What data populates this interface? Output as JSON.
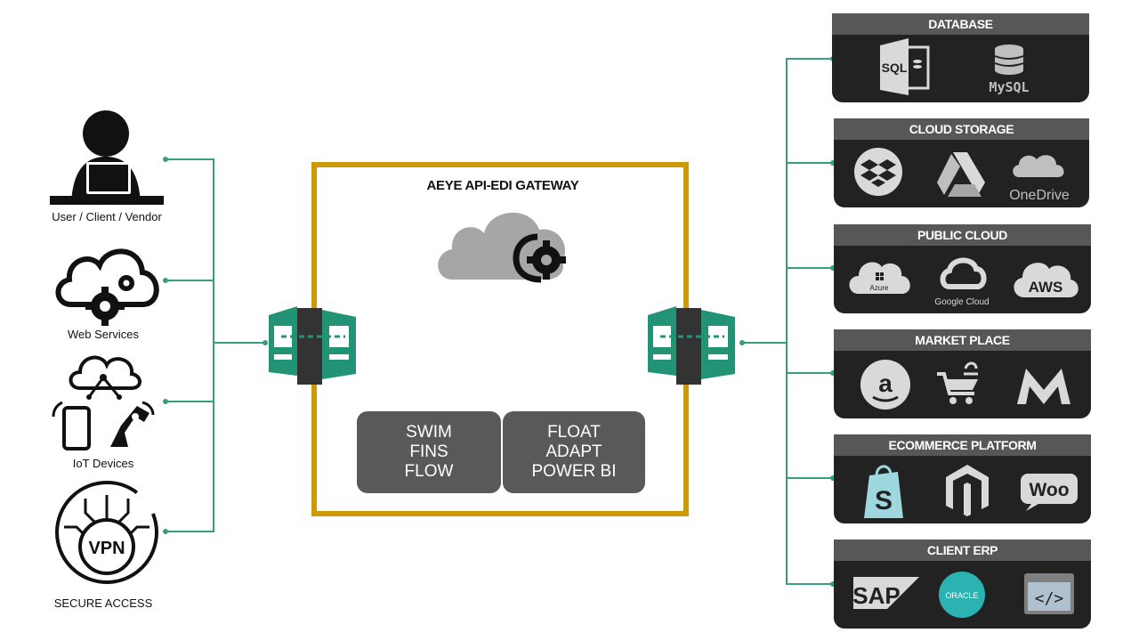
{
  "sources": [
    {
      "label": "User / Client / Vendor",
      "icon": "user-laptop-icon"
    },
    {
      "label": "Web Services",
      "icon": "cloud-gear-icon"
    },
    {
      "label": "IoT Devices",
      "icon": "iot-devices-icon"
    },
    {
      "label": "SECURE ACCESS",
      "icon": "vpn-icon",
      "badge": "VPN"
    }
  ],
  "gateway": {
    "title": "AEYE API-EDI GATEWAY",
    "border_color": "#CC9A06",
    "modules": [
      {
        "lines": [
          "SWIM",
          "FINS",
          "FLOW"
        ]
      },
      {
        "lines": [
          "FLOAT",
          "ADAPT",
          "POWER BI"
        ]
      }
    ]
  },
  "connector_color": "#3A9E7E",
  "panels": [
    {
      "title": "DATABASE",
      "items": [
        {
          "icon": "sql-server-icon",
          "label": "SQL"
        },
        {
          "icon": "mysql-icon",
          "label": "MySQL"
        }
      ]
    },
    {
      "title": "CLOUD STORAGE",
      "items": [
        {
          "icon": "dropbox-icon"
        },
        {
          "icon": "google-drive-icon"
        },
        {
          "icon": "onedrive-icon",
          "label": "OneDrive"
        }
      ]
    },
    {
      "title": "PUBLIC CLOUD",
      "items": [
        {
          "icon": "azure-icon",
          "label": "Azure"
        },
        {
          "icon": "google-cloud-icon",
          "label": "Google Cloud"
        },
        {
          "icon": "aws-icon",
          "label": "AWS"
        }
      ]
    },
    {
      "title": "MARKET PLACE",
      "items": [
        {
          "icon": "amazon-icon",
          "label": "a"
        },
        {
          "icon": "flipkart-icon"
        },
        {
          "icon": "myntra-icon"
        }
      ]
    },
    {
      "title": "ECOMMERCE PLATFORM",
      "items": [
        {
          "icon": "shopify-icon",
          "label": "S"
        },
        {
          "icon": "magento-icon"
        },
        {
          "icon": "woocommerce-icon",
          "label": "Woo"
        }
      ]
    },
    {
      "title": "CLIENT ERP",
      "items": [
        {
          "icon": "sap-icon",
          "label": "SAP"
        },
        {
          "icon": "oracle-icon",
          "label": "ORACLE"
        },
        {
          "icon": "code-window-icon",
          "label": "</>"
        }
      ]
    }
  ]
}
